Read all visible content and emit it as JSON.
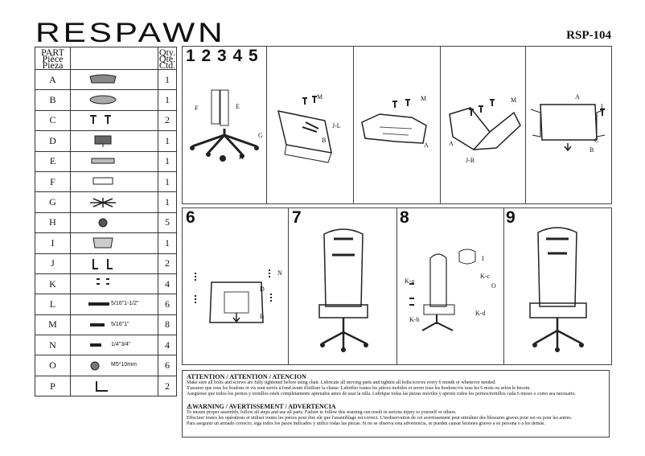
{
  "brand": "RESPAWN",
  "model": "RSP-104",
  "parts_header": {
    "part": [
      "PART",
      "Pièce",
      "Pieza"
    ],
    "qty": [
      "Qty.",
      "Qte.",
      "Ctd."
    ]
  },
  "parts": [
    {
      "id": "A",
      "qty": "1",
      "spec": ""
    },
    {
      "id": "B",
      "qty": "1",
      "spec": ""
    },
    {
      "id": "C",
      "qty": "2",
      "spec": ""
    },
    {
      "id": "D",
      "qty": "1",
      "spec": ""
    },
    {
      "id": "E",
      "qty": "1",
      "spec": ""
    },
    {
      "id": "F",
      "qty": "1",
      "spec": ""
    },
    {
      "id": "G",
      "qty": "1",
      "spec": ""
    },
    {
      "id": "H",
      "qty": "5",
      "spec": ""
    },
    {
      "id": "I",
      "qty": "1",
      "spec": ""
    },
    {
      "id": "J",
      "qty": "2",
      "spec": ""
    },
    {
      "id": "K",
      "qty": "4",
      "spec": ""
    },
    {
      "id": "L",
      "qty": "6",
      "spec": "5/16\"1-1/2\""
    },
    {
      "id": "M",
      "qty": "8",
      "spec": "5/16\"1\""
    },
    {
      "id": "N",
      "qty": "4",
      "spec": "1/4\"3/4\""
    },
    {
      "id": "O",
      "qty": "6",
      "spec": "M5*10mm"
    },
    {
      "id": "P",
      "qty": "2",
      "spec": ""
    }
  ],
  "steps_top": "1 2 3 4 5",
  "steps": [
    "6",
    "7",
    "8",
    "9"
  ],
  "callouts": {
    "s1": [
      "F",
      "E",
      "G",
      "H"
    ],
    "s2": [
      "M",
      "J-L",
      "B"
    ],
    "s3": [
      "M",
      "A"
    ],
    "s4": [
      "M",
      "A",
      "J-R"
    ],
    "s5": [
      "A",
      "L",
      "C",
      "B"
    ],
    "s6": [
      "N",
      "D",
      "B"
    ],
    "s8": [
      "I",
      "K-a",
      "K-c",
      "O",
      "K-b",
      "K-d"
    ],
    "j_parts": [
      "R",
      "L"
    ],
    "k_parts": [
      "a",
      "b",
      "c",
      "d"
    ]
  },
  "attention": {
    "title": "ATTENTION / ATTENTION / ATENCION",
    "lines": [
      "Make sure all bolts and screws are fully tightened before using chair. Lubricate all moving parts and tighten all bolts/screws every 6 month or whenever needed.",
      "S'assurer que tous les boulons et vis sont serrés à fond avant d'utiliser la chaise. Lubrifier toutes les pièces mobiles et serrer tous les boulons/vis tous les 6 mois ou selon le besoin.",
      "Asegúrese que todos los pernos y tornillos estén completamente apretados antes de usar la silla. Lubrique todas las piezas móviles y apriete todos los pernos/tornillos cada 6 meses o como sea necesario."
    ]
  },
  "warning": {
    "title": "WARNING / AVERTISSEMENT / ADVERTENCIA",
    "lines": [
      "To ensure proper assembly, follow all steps and use all parts. Failure to follow this warning can result in serious injury to yourself or others.",
      "Effectuer toutes les opérations et utiliser toutes les pièces pour être sûr que l'assemblage est correct. L'inobservation de cet avertissement peut entraîner des blessures graves pour soi ou pour les autres.",
      "Para asegurar un armado correcto, siga todos los pasos indicados y utilice todas las piezas. Si no se observa esta advertencia, se pueden causar lesiones graves a su persona o a los demás."
    ]
  }
}
